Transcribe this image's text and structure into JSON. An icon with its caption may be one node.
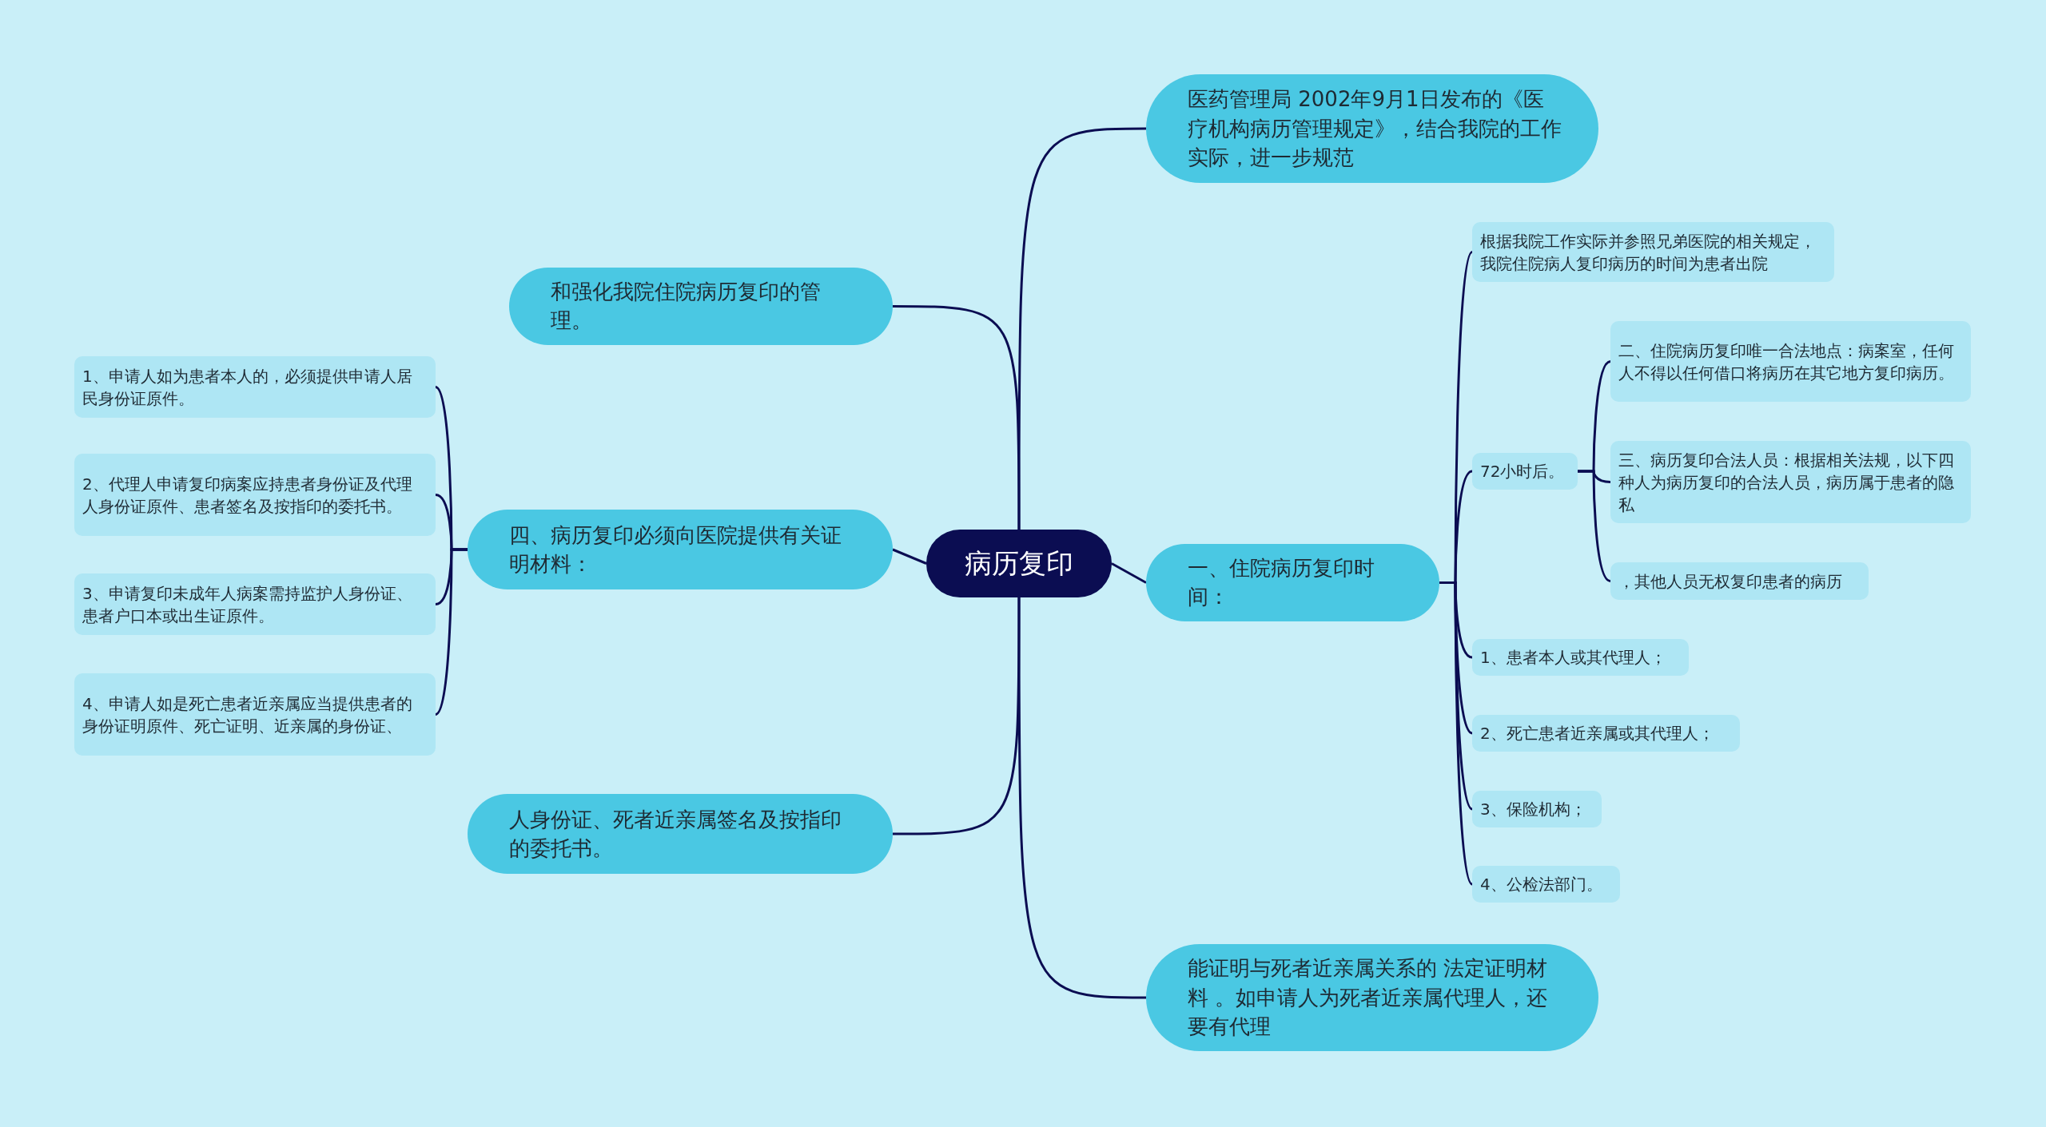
{
  "diagram": {
    "nodes": [
      {
        "text": [
          "病历复印"
        ]
      },
      {
        "text": [
          "医药管理局 2002年9月1日发布的《医疗机构病历管理规定》，结合我院的工作实际，进一步规范"
        ]
      },
      {
        "text": [
          "和强化我院住院病历复印的管理。"
        ]
      },
      {
        "text": [
          "四、病历复印必须向医院提供有关证明材料："
        ]
      },
      {
        "text": [
          "1、申请人如为患者本人的，必须提供申请人居民身份证原件。"
        ]
      },
      {
        "text": [
          "2、代理人申请复印病案应持患者身份证及代理人身份证原件、患者签名及按指印的委托书。"
        ]
      },
      {
        "text": [
          "3、申请复印未成年人病案需持监护人身份证、患者户口本或出生证原件。"
        ]
      },
      {
        "text": [
          "4、申请人如是死亡患者近亲属应当提供患者的身份证明原件、死亡证明、近亲属的身份证、"
        ]
      },
      {
        "text": [
          "人身份证、死者近亲属签名及按指印的委托书。"
        ]
      },
      {
        "text": [
          "一、住院病历复印时间："
        ]
      },
      {
        "text": [
          "根据我院工作实际并参照兄弟医院的相关规定，我院住院病人复印病历的时间为患者出院"
        ]
      },
      {
        "text": [
          "72小时后。"
        ]
      },
      {
        "text": [
          "二、住院病历复印唯一合法地点：病案室，任何人不得以任何借口将病历在其它地方复印病历。"
        ]
      },
      {
        "text": [
          "三、病历复印合法人员：根据相关法规，以下四种人为病历复印的合法人员，病历属于患者的隐私"
        ]
      },
      {
        "text": [
          "，其他人员无权复印患者的病历"
        ]
      },
      {
        "text": [
          "1、患者本人或其代理人；"
        ]
      },
      {
        "text": [
          "2、死亡患者近亲属或其代理人；"
        ]
      },
      {
        "text": [
          "3、保险机构；"
        ]
      },
      {
        "text": [
          "4、公检法部门。"
        ]
      },
      {
        "text": [
          "能证明与死者近亲属关系的 法定证明材料 。如申请人为死者近亲属代理人，还要有代理"
        ]
      }
    ],
    "edges": [
      {
        "from": 0,
        "to": 1,
        "arrow": "none"
      },
      {
        "from": 0,
        "to": 2,
        "arrow": "none"
      },
      {
        "from": 0,
        "to": 3,
        "arrow": "none"
      },
      {
        "from": 3,
        "to": 4,
        "arrow": "none"
      },
      {
        "from": 3,
        "to": 5,
        "arrow": "none"
      },
      {
        "from": 3,
        "to": 6,
        "arrow": "none"
      },
      {
        "from": 3,
        "to": 7,
        "arrow": "none"
      },
      {
        "from": 0,
        "to": 8,
        "arrow": "none"
      },
      {
        "from": 0,
        "to": 9,
        "arrow": "none"
      },
      {
        "from": 9,
        "to": 10,
        "arrow": "none"
      },
      {
        "from": 9,
        "to": 11,
        "arrow": "none"
      },
      {
        "from": 11,
        "to": 12,
        "arrow": "none"
      },
      {
        "from": 11,
        "to": 13,
        "arrow": "none"
      },
      {
        "from": 11,
        "to": 14,
        "arrow": "none"
      },
      {
        "from": 9,
        "to": 15,
        "arrow": "none"
      },
      {
        "from": 9,
        "to": 16,
        "arrow": "none"
      },
      {
        "from": 9,
        "to": 17,
        "arrow": "none"
      },
      {
        "from": 9,
        "to": 18,
        "arrow": "none"
      },
      {
        "from": 0,
        "to": 19,
        "arrow": "none"
      }
    ]
  }
}
